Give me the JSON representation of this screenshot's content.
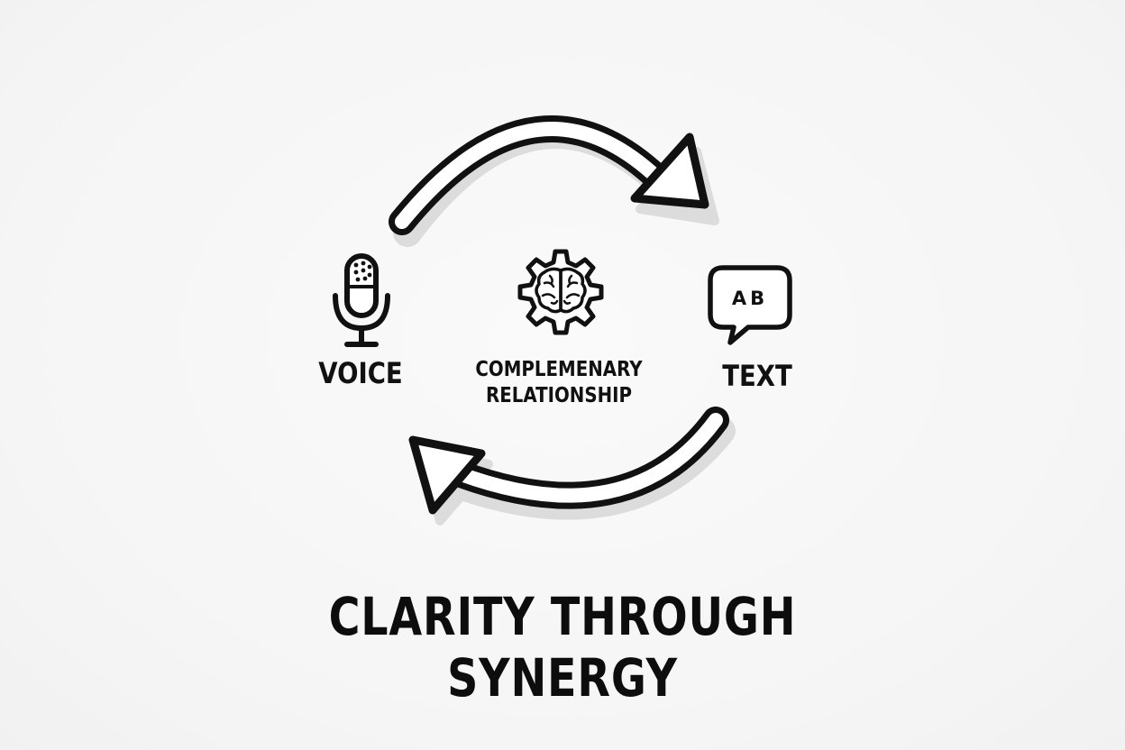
{
  "nodes": {
    "voice": {
      "label": "VOICE",
      "icon": "microphone-icon"
    },
    "center": {
      "label_line1": "COMPLEMENARY",
      "label_line2": "RELATIONSHIP",
      "icon": "brain-gear-icon"
    },
    "text": {
      "label": "TEXT",
      "icon": "speech-bubble-icon",
      "bubble_text": "AB"
    }
  },
  "arrows": [
    {
      "from": "voice",
      "to": "text",
      "direction": "clockwise-top"
    },
    {
      "from": "text",
      "to": "voice",
      "direction": "clockwise-bottom"
    }
  ],
  "title": "CLARITY THROUGH SYNERGY",
  "colors": {
    "background": "#f7f7f7",
    "ink": "#111111",
    "shadow": "#dcdcdc"
  }
}
